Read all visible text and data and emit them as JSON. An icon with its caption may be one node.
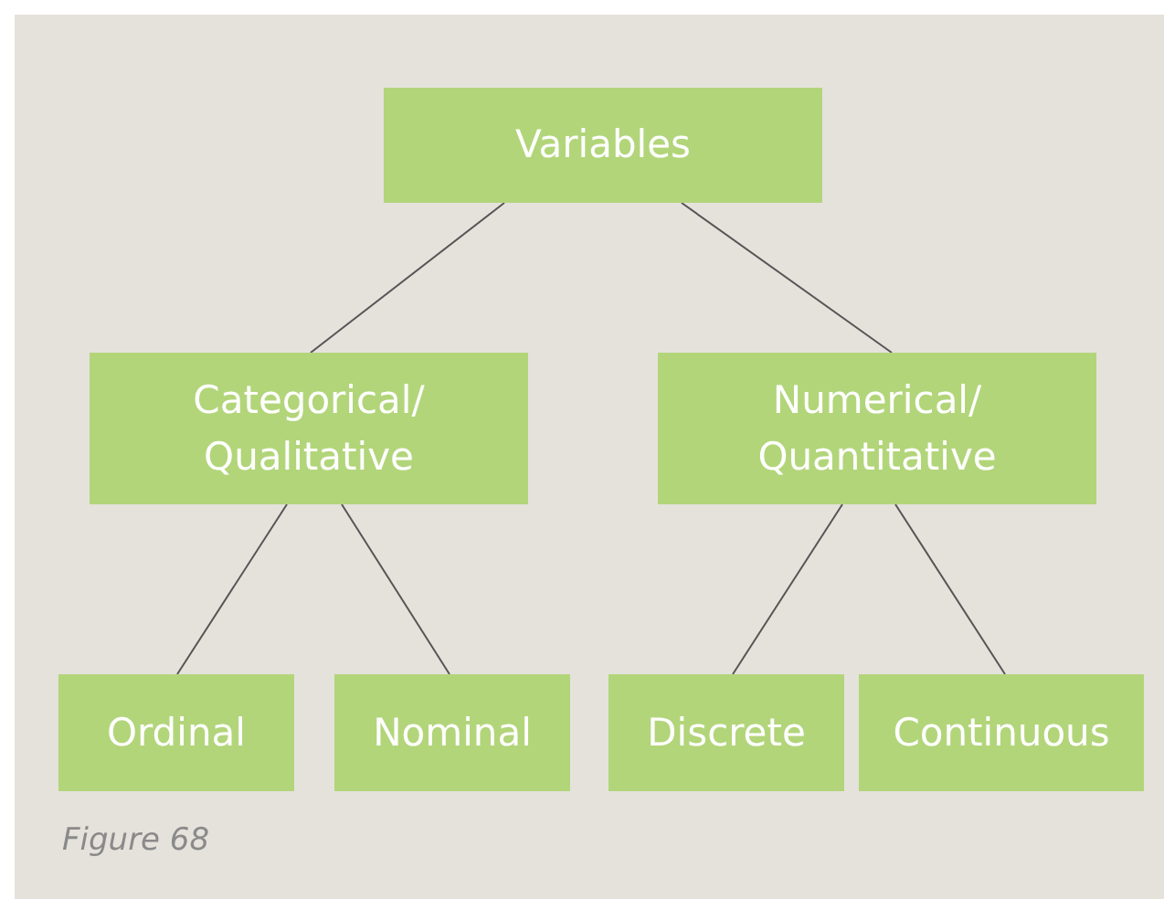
{
  "diagram": {
    "caption": "Figure 68",
    "nodes": [
      {
        "text": [
          "Variables"
        ]
      },
      {
        "text": [
          "Categorical/ Qualitative"
        ]
      },
      {
        "text": [
          "Numerical/ Quantitative"
        ]
      },
      {
        "text": [
          "Ordinal"
        ]
      },
      {
        "text": [
          "Nominal"
        ]
      },
      {
        "text": [
          "Discrete"
        ]
      },
      {
        "text": [
          "Continuous"
        ]
      }
    ],
    "edges": [
      {
        "from": 0,
        "to": 1,
        "arrow": "none"
      },
      {
        "from": 0,
        "to": 2,
        "arrow": "none"
      },
      {
        "from": 1,
        "to": 3,
        "arrow": "none"
      },
      {
        "from": 1,
        "to": 4,
        "arrow": "none"
      },
      {
        "from": 2,
        "to": 5,
        "arrow": "none"
      },
      {
        "from": 2,
        "to": 6,
        "arrow": "none"
      }
    ]
  }
}
